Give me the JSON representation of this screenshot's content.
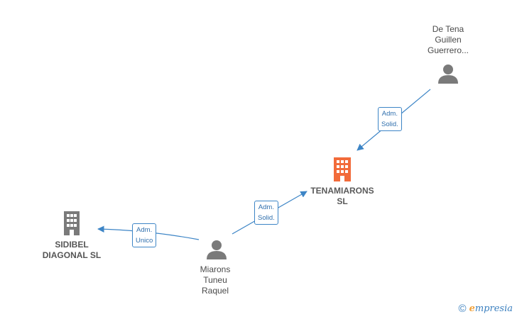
{
  "nodes": {
    "person_top": {
      "lines": [
        "De Tena",
        "Guillen",
        "Guerrero..."
      ]
    },
    "company_main": {
      "lines": [
        "TENAMIARONS",
        "SL"
      ]
    },
    "company_left": {
      "lines": [
        "SIDIBEL",
        "DIAGONAL SL"
      ]
    },
    "person_bottom": {
      "lines": [
        "Miarons",
        "Tuneu",
        "Raquel"
      ]
    }
  },
  "edges": {
    "top_to_main": {
      "line1": "Adm.",
      "line2": "Solid."
    },
    "bottom_to_main": {
      "line1": "Adm.",
      "line2": "Solid."
    },
    "bottom_to_left": {
      "line1": "Adm.",
      "line2": "Unico"
    }
  },
  "brand": {
    "copyright": "©",
    "first_letter": "e",
    "rest": "mpresia"
  },
  "colors": {
    "main_company": "#f26b3a",
    "company": "#7a7a7a",
    "person": "#7a7a7a",
    "edge": "#3d85c6"
  }
}
